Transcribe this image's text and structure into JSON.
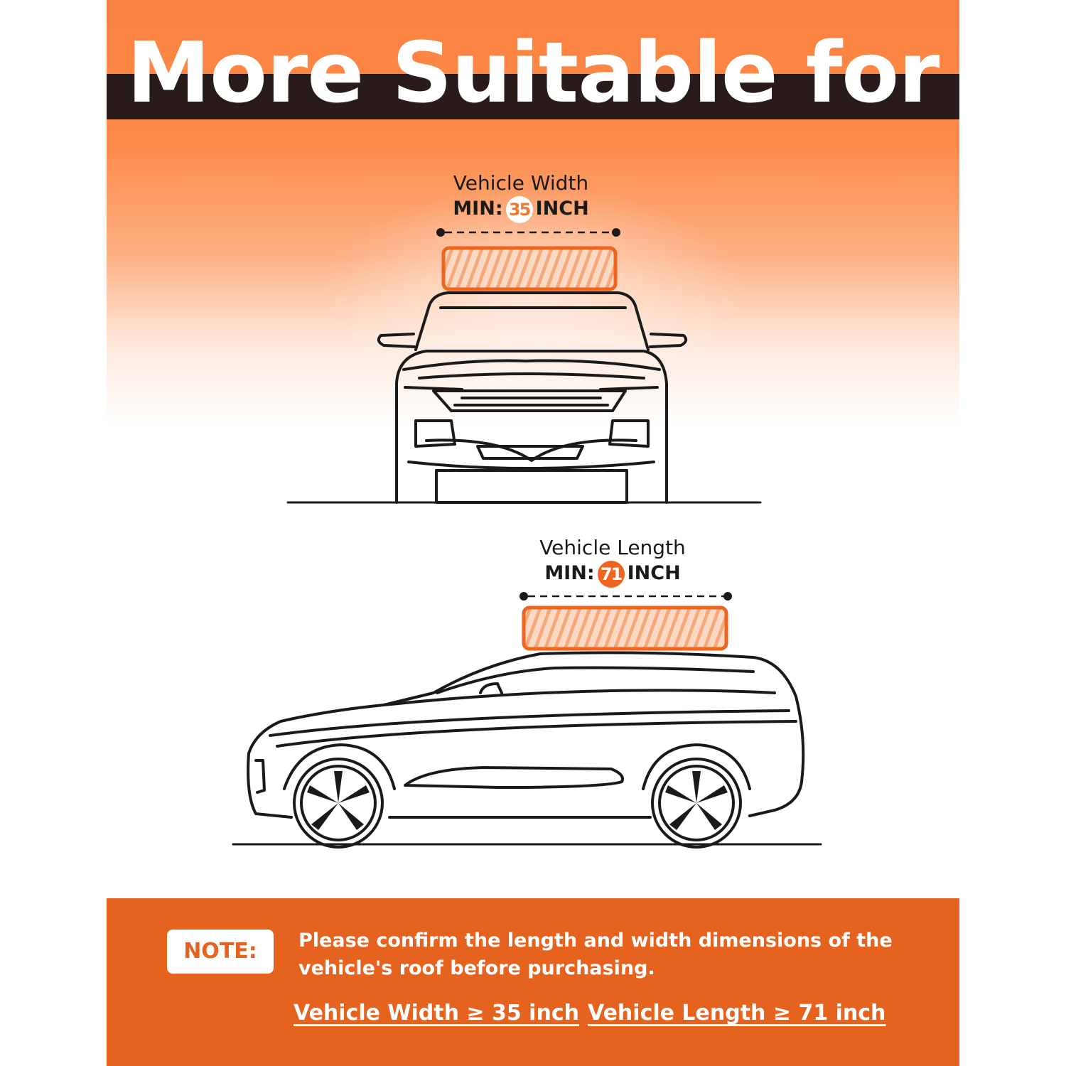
{
  "header": {
    "title": "More Suitable for"
  },
  "width_spec": {
    "label": "Vehicle Width",
    "min_prefix": "MIN:",
    "value": "35",
    "unit": "INCH"
  },
  "length_spec": {
    "label": "Vehicle Length",
    "min_prefix": "MIN:",
    "value": "71",
    "unit": "INCH"
  },
  "note": {
    "badge": "NOTE:",
    "text": "Please confirm the length and width dimensions of the vehicle's roof before purchasing.",
    "width_requirement": "Vehicle Width ≥ 35 inch",
    "length_requirement": "Vehicle Length ≥ 71 inch"
  },
  "colors": {
    "accent": "#e5631f",
    "header_orange": "#fb8240",
    "dark_bar": "#2a1b1b",
    "line": "#1a1a1a"
  }
}
